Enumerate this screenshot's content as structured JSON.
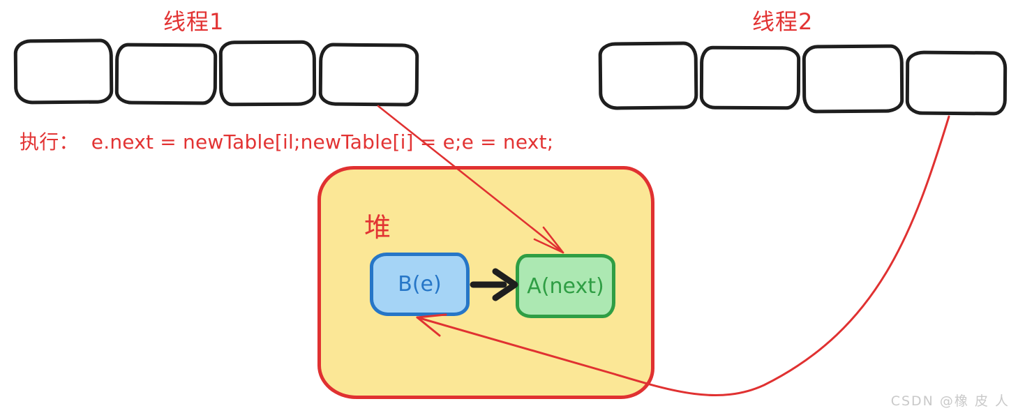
{
  "threads": [
    {
      "label": "线程1",
      "slot_count": 4
    },
    {
      "label": "线程2",
      "slot_count": 4
    }
  ],
  "execution": {
    "text": "执行：  e.next = newTable[il;newTable[i] = e;e = next;"
  },
  "heap": {
    "label": "堆",
    "fill": "#fbe796",
    "border": "#e03131",
    "nodes": [
      {
        "id": "B",
        "label": "B(e)",
        "fill": "#a5d4f6",
        "border": "#2676c7",
        "text_color": "#2676c7"
      },
      {
        "id": "A",
        "label": "A(next)",
        "fill": "#ace8b2",
        "border": "#2f9e44",
        "text_color": "#2f9e44"
      }
    ]
  },
  "connectors": [
    {
      "from": "thread1-slot-4",
      "to": "node-a",
      "color": "#e03131",
      "style": "straight-line-arrow"
    },
    {
      "from": "thread2-slot-4",
      "to": "node-b",
      "color": "#e03131",
      "style": "curved-line-arrow"
    },
    {
      "from": "node-b",
      "to": "node-a",
      "color": "#1e1e1e",
      "style": "thick-arrow"
    }
  ],
  "watermark": {
    "text": "CSDN @橡 皮 人",
    "color": "#c9c9c9"
  },
  "colors": {
    "accent_red": "#e03131",
    "slot_stroke": "#1e1e1e",
    "background": "#ffffff"
  }
}
